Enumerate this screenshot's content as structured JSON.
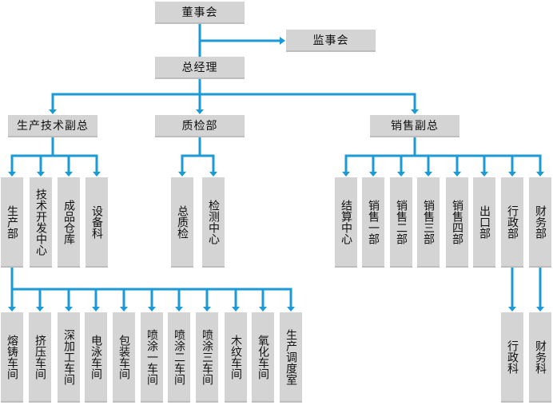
{
  "colors": {
    "line": "#1a9ad6",
    "box": "#d4d4d4",
    "text": "#111111"
  },
  "board": "董事会",
  "supervisors": "监事会",
  "gm": "总经理",
  "vp_production": "生产技术副总",
  "quality": "质检部",
  "vp_sales": "销售副总",
  "production_depts": [
    "生产部",
    "技术开发中心",
    "成品仓库",
    "设备科"
  ],
  "quality_depts": [
    "总质检",
    "检测中心"
  ],
  "sales_depts": [
    "结算中心",
    "销售一部",
    "销售二部",
    "销售三部",
    "销售四部",
    "出口部",
    "行政部",
    "财务部"
  ],
  "workshops": [
    "熔铸车间",
    "挤压车间",
    "深加工车间",
    "电泳车间",
    "包装车间",
    "喷涂一车间",
    "喷涂二车间",
    "喷涂三车间",
    "木纹车间",
    "氧化车间",
    "生产调度室"
  ],
  "admin_sub": "行政科",
  "finance_sub": "财务科"
}
